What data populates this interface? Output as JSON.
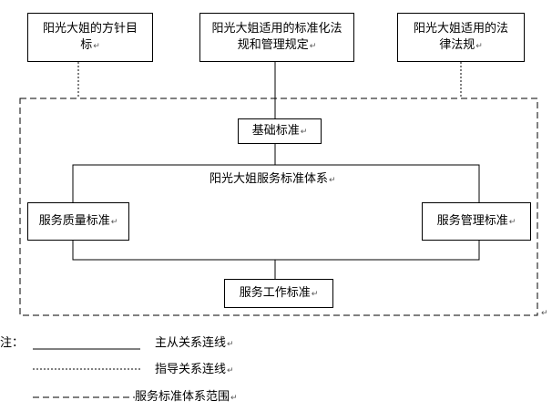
{
  "top": {
    "policy": "阳光大姐的方针目标",
    "standardization_rules": "阳光大姐适用的标准化法规和管理规定",
    "laws": "阳光大姐适用的法律法规"
  },
  "system": {
    "basic": "基础标准",
    "title": "阳光大姐服务标准体系",
    "quality": "服务质量标准",
    "management": "服务管理标准",
    "work": "服务工作标准"
  },
  "legend": {
    "prefix": "注：",
    "solid": "主从关系连线",
    "dotted": "指导关系连线",
    "dashed": "服务标准体系范围"
  },
  "return_mark": "↵"
}
